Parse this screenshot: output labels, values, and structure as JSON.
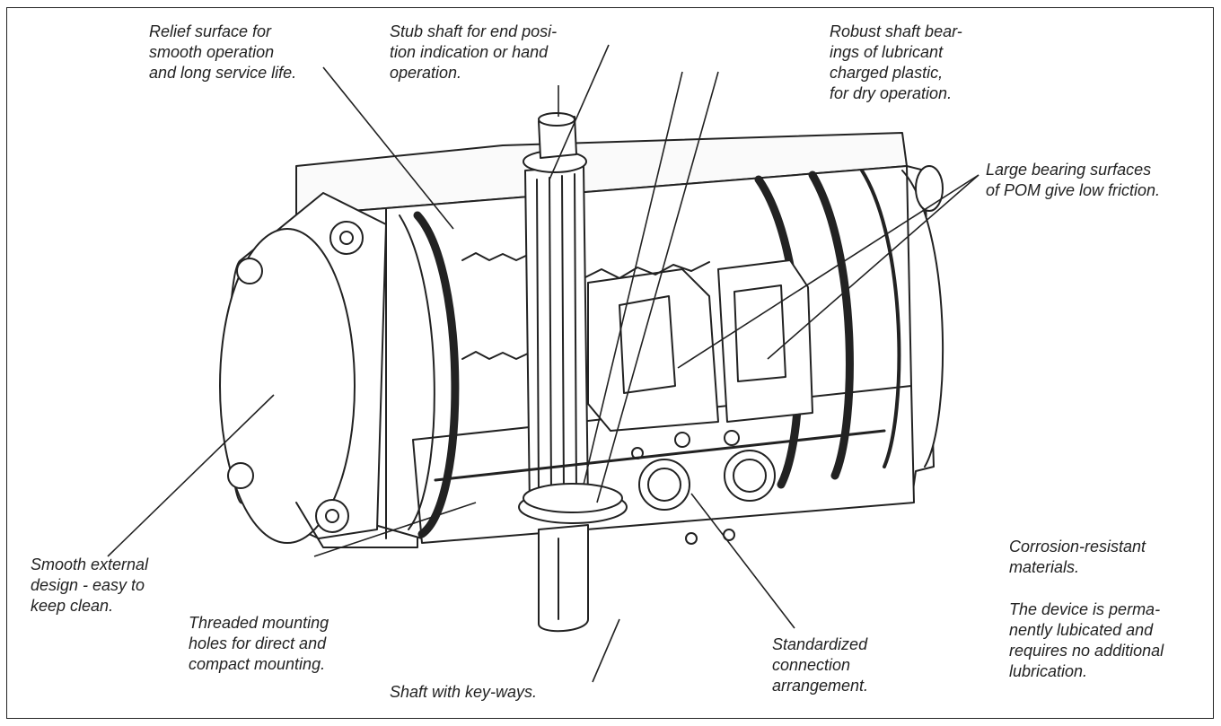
{
  "labels": {
    "relief_surface": [
      "Relief surface for",
      "smooth operation",
      "and long service life."
    ],
    "stub_shaft": [
      "Stub shaft for end posi-",
      "tion indication or hand",
      "operation."
    ],
    "shaft_bearings": [
      "Robust shaft bear-",
      "ings of lubricant",
      "charged plastic,",
      "for dry operation."
    ],
    "bearing_surfaces": [
      "Large bearing surfaces",
      "of POM give low friction."
    ],
    "external_design": [
      "Smooth external",
      "design - easy to",
      "keep clean."
    ],
    "mounting_holes": [
      "Threaded mounting",
      "holes for direct and",
      "compact mounting."
    ],
    "shaft_keyways": [
      "Shaft with key-ways."
    ],
    "connection": [
      "Standardized",
      "connection",
      "arrangement."
    ],
    "corrosion": [
      "Corrosion-resistant",
      "materials."
    ],
    "lubrication": [
      "The device is perma-",
      "nently lubicated and",
      "requires no additional",
      "lubrication."
    ]
  },
  "colors": {
    "ink": "#222222",
    "background": "#ffffff"
  }
}
